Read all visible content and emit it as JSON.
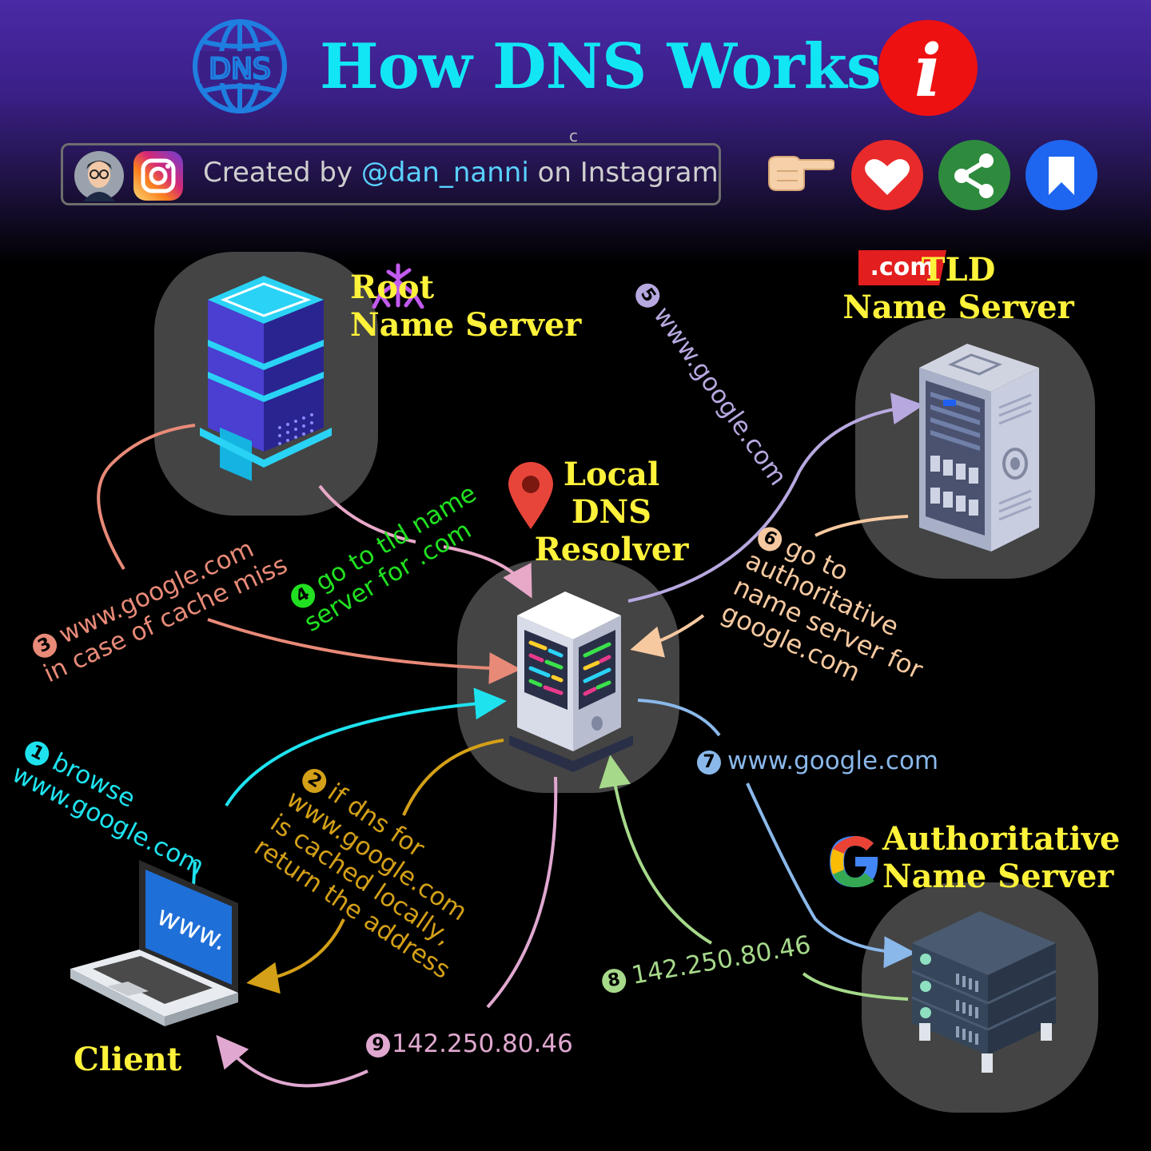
{
  "header": {
    "title": "How DNS Works",
    "dns_logo_text": "DNS",
    "info_icon_text": "i",
    "stray_char": "c",
    "credit_prefix": "Created by",
    "credit_handle": "@dan_nanni",
    "credit_suffix": "on Instagram"
  },
  "nodes": {
    "root": "Root\nName Server",
    "tld_badge": ".com",
    "tld": "TLD\nName Server",
    "resolver": "Local\nDNS\nResolver",
    "authoritative": "Authoritative\nName Server",
    "client": "Client",
    "client_screen": "www."
  },
  "steps": [
    {
      "num": "1",
      "text": "browse\nwww.google.com",
      "color": "#1ee3ef"
    },
    {
      "num": "2",
      "text": "if dns for\nwww.google.com\nis cached locally,\nreturn the address",
      "color": "#d4a017"
    },
    {
      "num": "3",
      "text": "www.google.com\nin case of cache miss",
      "color": "#e88a78"
    },
    {
      "num": "4",
      "text": "go to tld name\nserver for .com",
      "color": "#21e021"
    },
    {
      "num": "5",
      "text": "www.google.com",
      "color": "#b8a8e0"
    },
    {
      "num": "6",
      "text": "go to\nauthoritative\nname server for\ngoogle.com",
      "color": "#f6c9a0"
    },
    {
      "num": "7",
      "text": "www.google.com",
      "color": "#8ab8ea"
    },
    {
      "num": "8",
      "text": "142.250.80.46",
      "color": "#a6d98a"
    },
    {
      "num": "9",
      "text": "142.250.80.46",
      "color": "#e0a8d0"
    }
  ],
  "colors": {
    "title": "#12e6f5",
    "node_label": "#fff23a",
    "background_top": "#4a2aa6",
    "background": "#000000"
  },
  "icons": [
    "dns-globe-icon",
    "info-icon",
    "avatar",
    "instagram-icon",
    "pointing-hand-icon",
    "heart-icon",
    "share-icon",
    "bookmark-icon",
    "root-tree-icon",
    "location-pin-icon",
    "google-g-icon",
    "server-icon",
    "laptop-icon"
  ]
}
